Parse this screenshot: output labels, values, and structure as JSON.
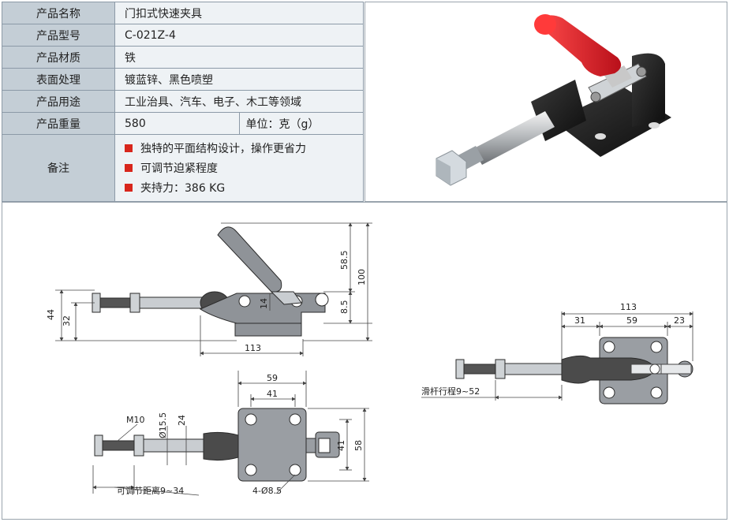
{
  "specs": {
    "name": {
      "label": "产品名称",
      "value": "门扣式快速夹具"
    },
    "model": {
      "label": "产品型号",
      "value": "C-021Z-4"
    },
    "material": {
      "label": "产品材质",
      "value": "铁"
    },
    "surface": {
      "label": "表面处理",
      "value": "镀蓝锌、黑色喷塑"
    },
    "usage": {
      "label": "产品用途",
      "value": "工业治具、汽车、电子、木工等领域"
    },
    "weight": {
      "label": "产品重量",
      "value": "580",
      "unit": "单位：克（g）"
    },
    "notes": {
      "label": "备注",
      "items": [
        "独特的平面结构设计，操作更省力",
        "可调节迫紧程度",
        "夹持力：386 KG"
      ]
    }
  },
  "drawing": {
    "side": {
      "dim_58_5": "58.5",
      "dim_100": "100",
      "dim_8_5": "8.5",
      "dim_14": "14",
      "dim_44": "44",
      "dim_32": "32",
      "dim_113": "113"
    },
    "plan": {
      "dim_59": "59",
      "dim_41": "41",
      "dim_m10": "M10",
      "dim_15_5": "Ø15.5",
      "dim_24": "24",
      "dim_41v": "41",
      "dim_58": "58",
      "holes": "4-Ø8.5",
      "adjust": "可调节距离9~34"
    },
    "open": {
      "dim_113": "113",
      "dim_31": "31",
      "dim_59": "59",
      "dim_23": "23",
      "stroke": "滑杆行程9~52"
    }
  },
  "colors": {
    "bullet": "#d8261c",
    "handle": "#e3202a",
    "line": "#2b2b2b",
    "dim": "#444444"
  }
}
